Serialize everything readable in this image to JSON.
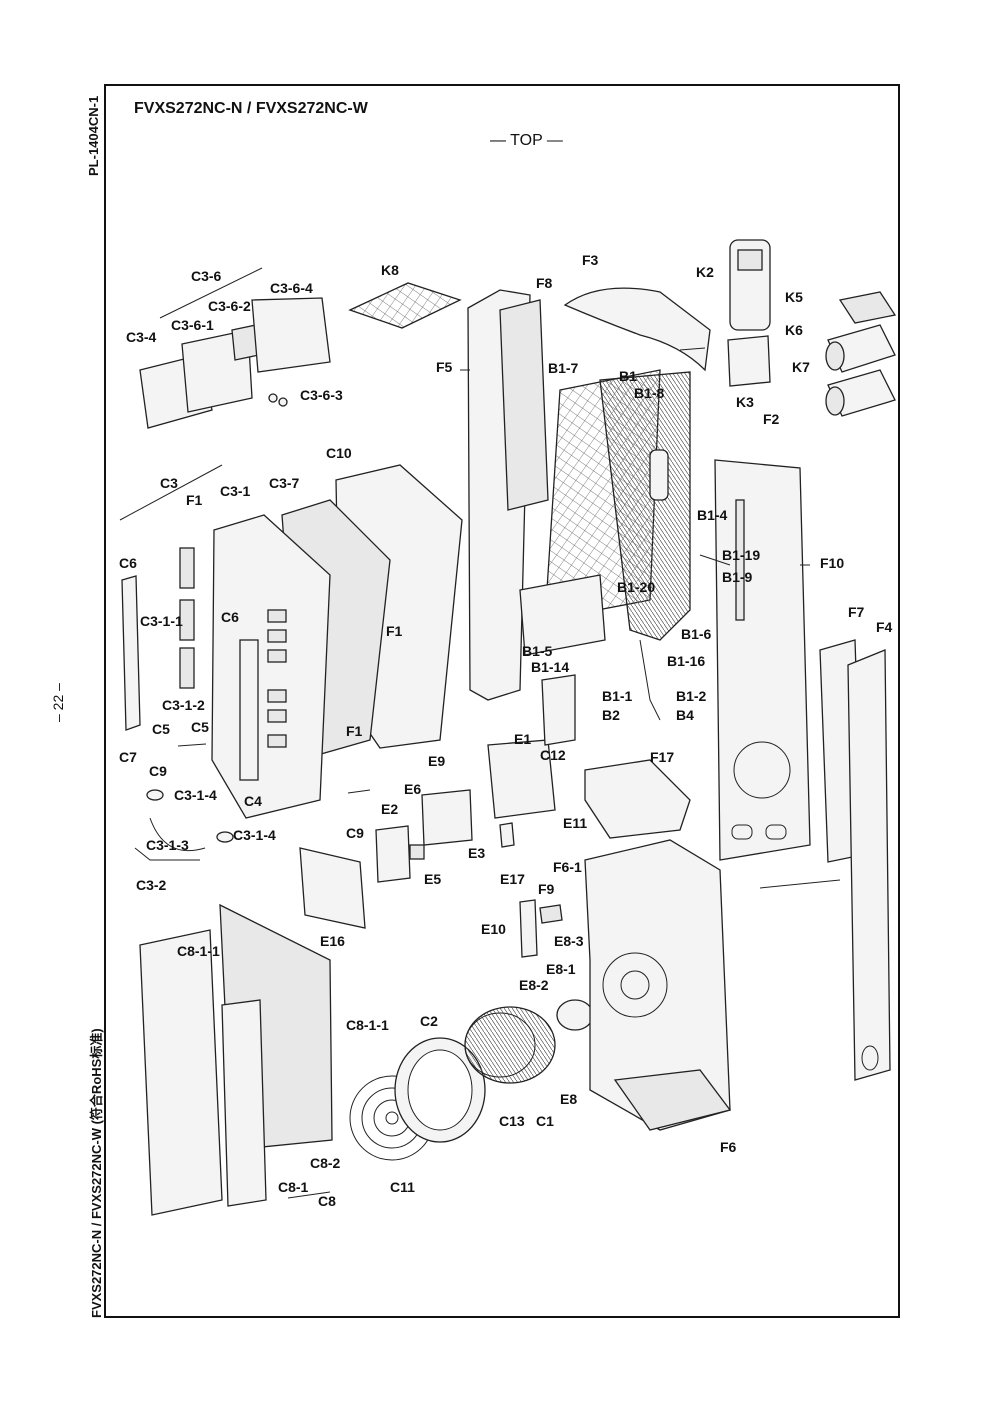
{
  "doc_code": "PL-1404CN-1",
  "page_number": "– 22 –",
  "side_title": "FVXS272NC-N / FVXS272NC-W (符合RoHS标准)",
  "model_title": "FVXS272NC-N / FVXS272NC-W",
  "view_label": "— TOP —",
  "parts": {
    "C3_6": "C3-6",
    "C3_6_4": "C3-6-4",
    "C3_6_2": "C3-6-2",
    "C3_6_1": "C3-6-1",
    "C3_4": "C3-4",
    "C3_6_3": "C3-6-3",
    "K8": "K8",
    "F8": "F8",
    "F3": "F3",
    "K2": "K2",
    "K5": "K5",
    "K6": "K6",
    "K7": "K7",
    "K3": "K3",
    "F2": "F2",
    "F5": "F5",
    "B1_7": "B1-7",
    "B1": "B1",
    "B1_8": "B1-8",
    "B1_4": "B1-4",
    "B1_19": "B1-19",
    "B1_9": "B1-9",
    "F10": "F10",
    "C10": "C10",
    "C3": "C3",
    "C3_1": "C3-1",
    "C3_7": "C3-7",
    "F1_a": "F1",
    "F1_b": "F1",
    "F1_c": "F1",
    "C6_a": "C6",
    "C6_b": "C6",
    "C3_1_1": "C3-1-1",
    "C3_1_2": "C3-1-2",
    "C5_a": "C5",
    "C5_b": "C5",
    "C7": "C7",
    "C9_a": "C9",
    "C9_b": "C9",
    "C3_1_4_a": "C3-1-4",
    "C3_1_4_b": "C3-1-4",
    "C3_1_3": "C3-1-3",
    "C3_2": "C3-2",
    "C4": "C4",
    "B1_20": "B1-20",
    "B1_5": "B1-5",
    "B1_14": "B1-14",
    "B1_6": "B1-6",
    "B1_16": "B1-16",
    "B1_1": "B1-1",
    "B1_2": "B1-2",
    "B2": "B2",
    "B4": "B4",
    "F7": "F7",
    "F4": "F4",
    "E1": "E1",
    "E9": "E9",
    "C12": "C12",
    "F17": "F17",
    "E6": "E6",
    "E2": "E2",
    "E11": "E11",
    "E3": "E3",
    "E5": "E5",
    "E17": "E17",
    "F6_1": "F6-1",
    "F9": "F9",
    "E16": "E16",
    "E10": "E10",
    "E8_3": "E8-3",
    "C8_1_1_a": "C8-1-1",
    "C8_1_1_b": "C8-1-1",
    "E8_1": "E8-1",
    "E8_2": "E8-2",
    "C2": "C2",
    "E8": "E8",
    "C13": "C13",
    "C1": "C1",
    "C8_2": "C8-2",
    "C8_1": "C8-1",
    "C8": "C8",
    "C11": "C11",
    "F6": "F6"
  }
}
